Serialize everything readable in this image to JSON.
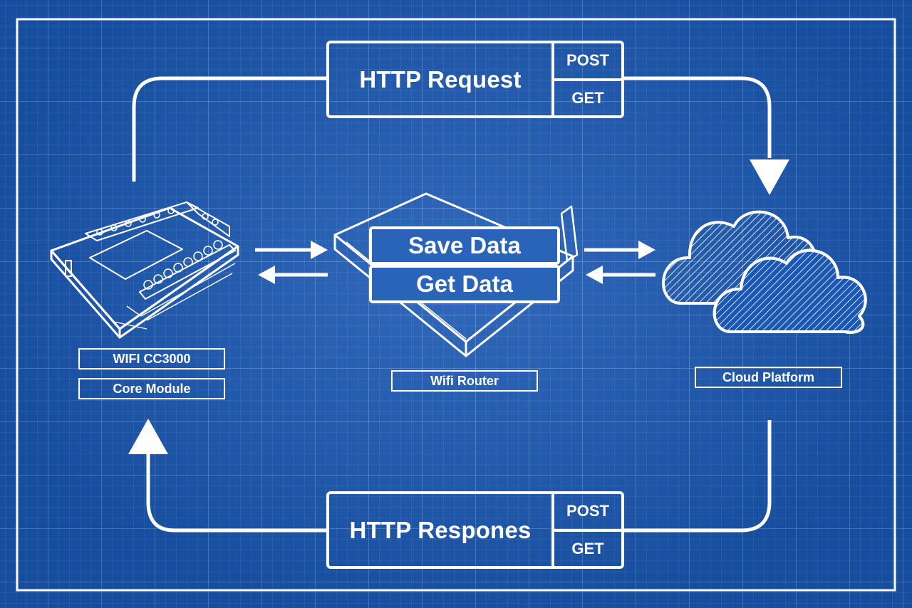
{
  "request": {
    "title": "HTTP Request",
    "methods": [
      "POST",
      "GET"
    ]
  },
  "response": {
    "title": "HTTP Respones",
    "methods": [
      "POST",
      "GET"
    ]
  },
  "module": {
    "labels": [
      "WIFI CC3000",
      "Core Module"
    ]
  },
  "router": {
    "label": "Wifi Router",
    "actions": [
      "Save Data",
      "Get Data"
    ]
  },
  "cloud": {
    "label": "Cloud Platform"
  },
  "colors": {
    "background": "#1a58b4",
    "line": "#ffffff"
  }
}
